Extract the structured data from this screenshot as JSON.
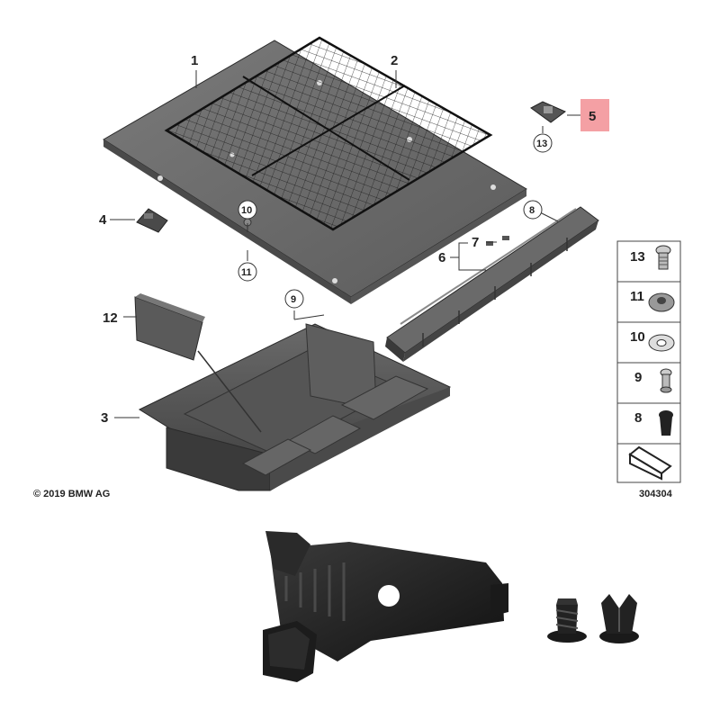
{
  "diagram": {
    "copyright": "© 2019 BMW AG",
    "figure_number": "304304",
    "callouts": {
      "c1": "1",
      "c2": "2",
      "c3": "3",
      "c4": "4",
      "c5": "5",
      "c6": "6",
      "c7": "7",
      "c8": "8",
      "c9": "9",
      "c10": "10",
      "c11": "11",
      "c12": "12",
      "c13": "13"
    },
    "highlighted_callout": "5",
    "highlight_color": "#f4a0a4",
    "legend": {
      "items": [
        "13",
        "11",
        "10",
        "9",
        "8"
      ]
    }
  },
  "colors": {
    "panel_gray": "#6e6e6e",
    "panel_dark": "#4a4a4a",
    "part_black": "#1e1e1e"
  }
}
